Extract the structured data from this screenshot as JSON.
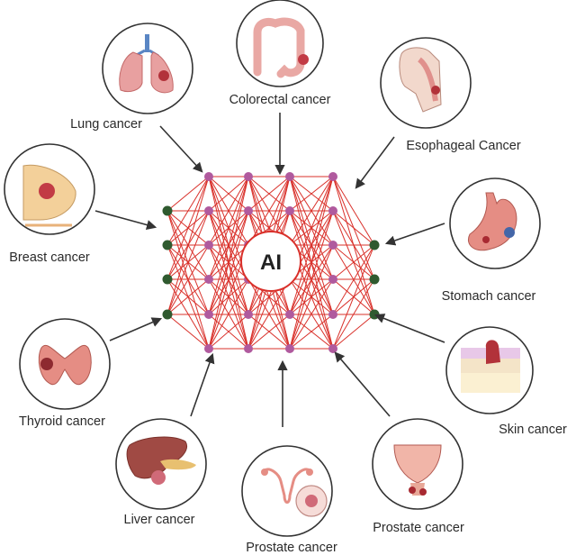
{
  "center_label": "AI",
  "organs": {
    "lung": {
      "label": "Lung cancer",
      "icon": "lung-icon"
    },
    "colorectal": {
      "label": "Colorectal cancer",
      "icon": "colon-icon"
    },
    "esophageal": {
      "label": "Esophageal Cancer",
      "icon": "esophagus-icon"
    },
    "breast": {
      "label": "Breast cancer",
      "icon": "breast-icon"
    },
    "stomach": {
      "label": "Stomach cancer",
      "icon": "stomach-icon"
    },
    "thyroid": {
      "label": "Thyroid cancer",
      "icon": "thyroid-icon"
    },
    "skin": {
      "label": "Skin cancer",
      "icon": "skin-icon"
    },
    "liver": {
      "label": "Liver cancer",
      "icon": "liver-icon"
    },
    "prostate_bottom": {
      "label": "Prostate cancer",
      "icon": "uterus-icon"
    },
    "prostate_right": {
      "label": "Prostate cancer",
      "icon": "bladder-icon"
    }
  },
  "colors": {
    "edge": "#d9302a",
    "hidden_node": "#b05a9e",
    "io_node": "#2f5a2f",
    "arrow": "#333333",
    "circle_stroke": "#333333"
  }
}
